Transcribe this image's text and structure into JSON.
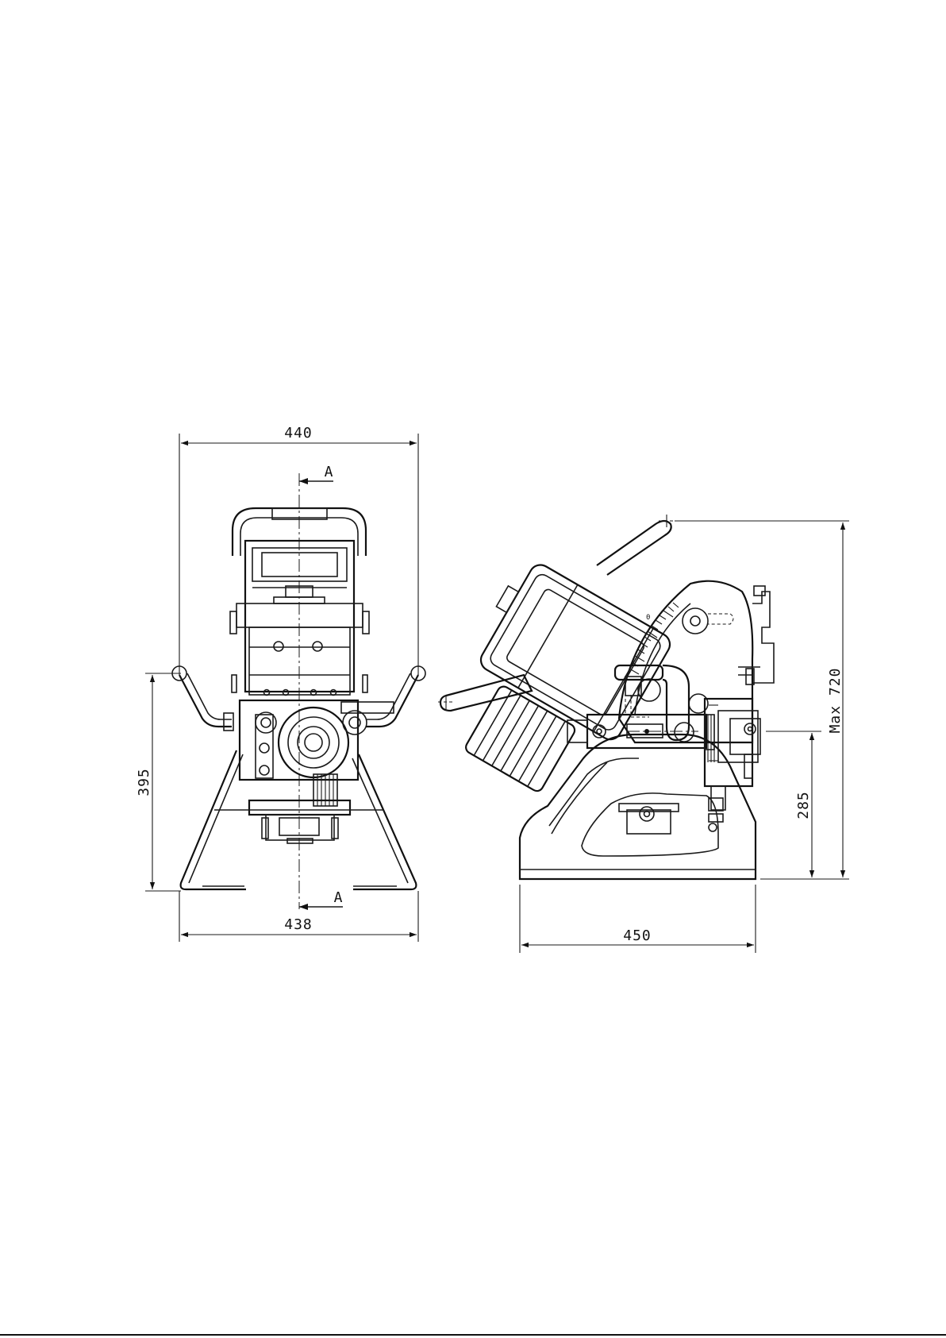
{
  "front_view": {
    "width_top": "440",
    "width_bottom": "438",
    "handle_height": "395",
    "section_top": "A",
    "section_bottom": "A"
  },
  "side_view": {
    "base_length": "450",
    "height_max": "Max 720",
    "pivot_height": "285",
    "scale_mark": "0"
  }
}
